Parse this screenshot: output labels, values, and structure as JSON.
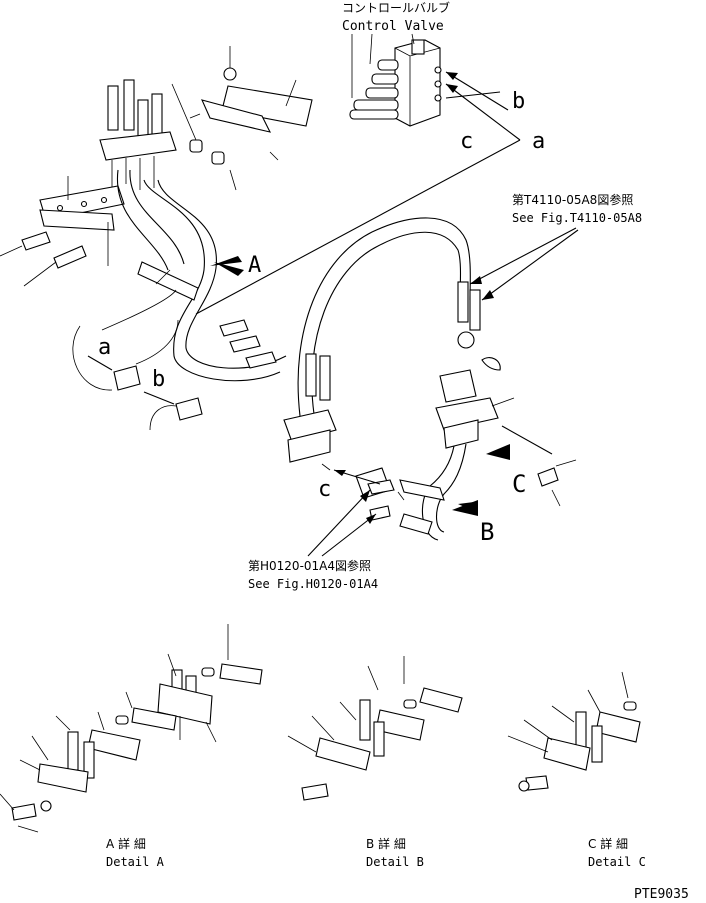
{
  "control_valve": {
    "label_jp": "コントロールバルブ",
    "label_en": "Control Valve"
  },
  "letters": {
    "a": "a",
    "b": "b",
    "c": "c",
    "A": "A",
    "B": "B",
    "C": "C"
  },
  "refs": {
    "t4110": {
      "jp": "第T4110-05A8図参照",
      "en": "See Fig.T4110-05A8"
    },
    "h0120": {
      "jp": "第H0120-01A4図参照",
      "en": "See Fig.H0120-01A4"
    }
  },
  "details": {
    "A": {
      "jp": "A 詳 細",
      "en": "Detail A"
    },
    "B": {
      "jp": "B 詳 細",
      "en": "Detail B"
    },
    "C": {
      "jp": "C 詳 細",
      "en": "Detail C"
    }
  },
  "drawing_code": "PTE9035"
}
